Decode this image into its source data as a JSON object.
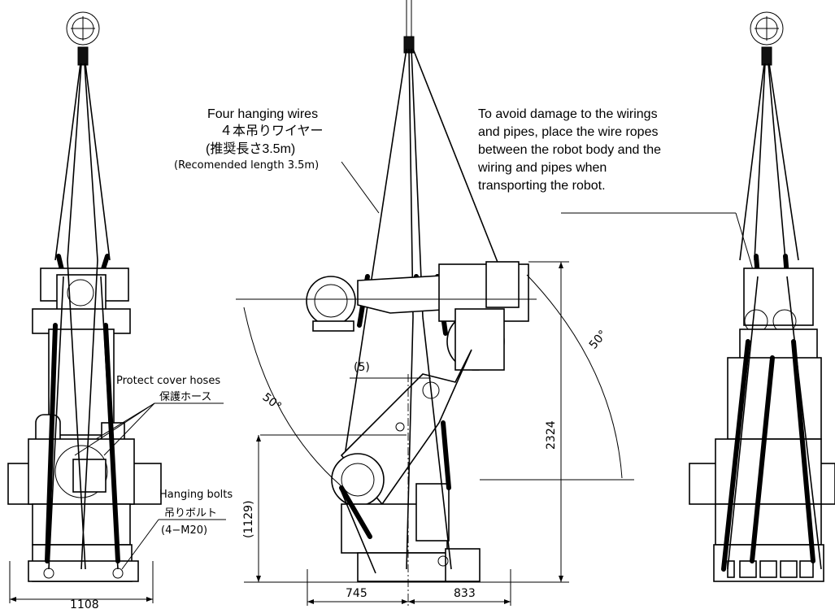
{
  "annotations": {
    "wires_en": "Four hanging wires",
    "wires_jp": "４本吊りワイヤー",
    "wires_len_jp": "(推奨長さ3.5m)",
    "wires_len_en": "(Recomended length 3.5m)",
    "caution_line1": "To avoid damage to the wirings",
    "caution_line2": "and pipes, place the wire ropes",
    "caution_line3": "between the robot body and the",
    "caution_line4": "wiring and pipes when",
    "caution_line5": "transporting the robot.",
    "hoses_en": "Protect cover hoses",
    "hoses_jp": "保護ホース",
    "bolts_en": "Hanging bolts",
    "bolts_jp": "吊りボルト",
    "bolts_spec": "(4−M20)"
  },
  "dimensions": {
    "width_front": "1108",
    "left_offset": "745",
    "right_offset": "833",
    "total_height": "2324",
    "hook_height": "(1129)",
    "small_offset": "(5)",
    "angle_left": "50°",
    "angle_right": "50°"
  }
}
